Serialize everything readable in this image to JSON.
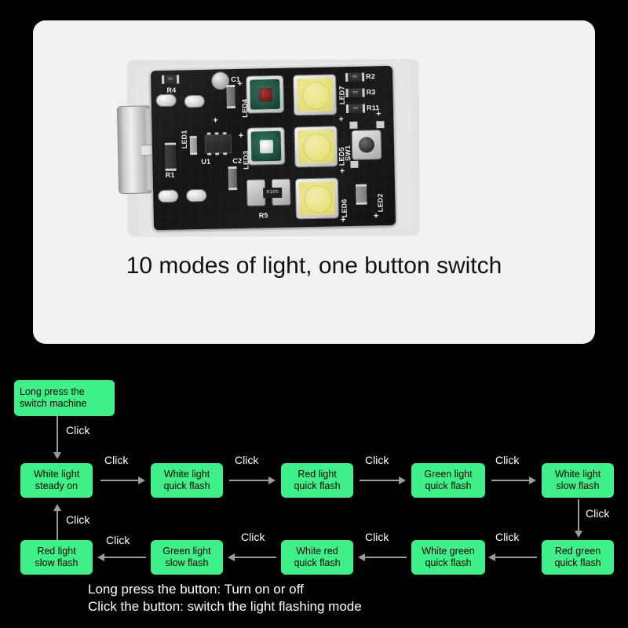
{
  "card": {
    "caption": "10 modes of light, one button switch",
    "background_color": "#f2f2f2",
    "pcb": {
      "board_color": "#151515",
      "silkscreen": [
        {
          "id": "R4",
          "label": "R4"
        },
        {
          "id": "R1",
          "label": "R1"
        },
        {
          "id": "U1",
          "label": "U1"
        },
        {
          "id": "C1",
          "label": "C1"
        },
        {
          "id": "C2",
          "label": "C2"
        },
        {
          "id": "R5",
          "label": "R5"
        },
        {
          "id": "R300",
          "label": "R300"
        },
        {
          "id": "R2",
          "label": "R2"
        },
        {
          "id": "R3",
          "label": "R3"
        },
        {
          "id": "R11",
          "label": "R11"
        },
        {
          "id": "SW1",
          "label": "SW1"
        },
        {
          "id": "LED1",
          "label": "LED1"
        },
        {
          "id": "LED2",
          "label": "LED2"
        },
        {
          "id": "LED3",
          "label": "LED3"
        },
        {
          "id": "LED4",
          "label": "LED4"
        },
        {
          "id": "LED5",
          "label": "LED5"
        },
        {
          "id": "LED6",
          "label": "LED6"
        },
        {
          "id": "LED7",
          "label": "LED7"
        }
      ],
      "smd_code": "202",
      "polarity_mark": "+"
    }
  },
  "flowchart": {
    "edge_label": "Click",
    "node_color": "#3df087",
    "arrow_color": "#9b9b9b",
    "start": {
      "line1": "Long press the",
      "line2": "switch machine"
    },
    "nodes": [
      {
        "line1": "White light",
        "line2": "steady on"
      },
      {
        "line1": "White light",
        "line2": "quick flash"
      },
      {
        "line1": "Red light",
        "line2": "quick flash"
      },
      {
        "line1": "Green light",
        "line2": "quick flash"
      },
      {
        "line1": "White light",
        "line2": "slow flash"
      },
      {
        "line1": "Red green",
        "line2": "quick flash"
      },
      {
        "line1": "White green",
        "line2": "quick flash"
      },
      {
        "line1": "White red",
        "line2": "quick flash"
      },
      {
        "line1": "Green light",
        "line2": "slow flash"
      },
      {
        "line1": "Red light",
        "line2": "slow flash"
      }
    ]
  },
  "footer": {
    "line1": "Long press the button: Turn on or off",
    "line2": "Click the button: switch the light flashing mode"
  }
}
